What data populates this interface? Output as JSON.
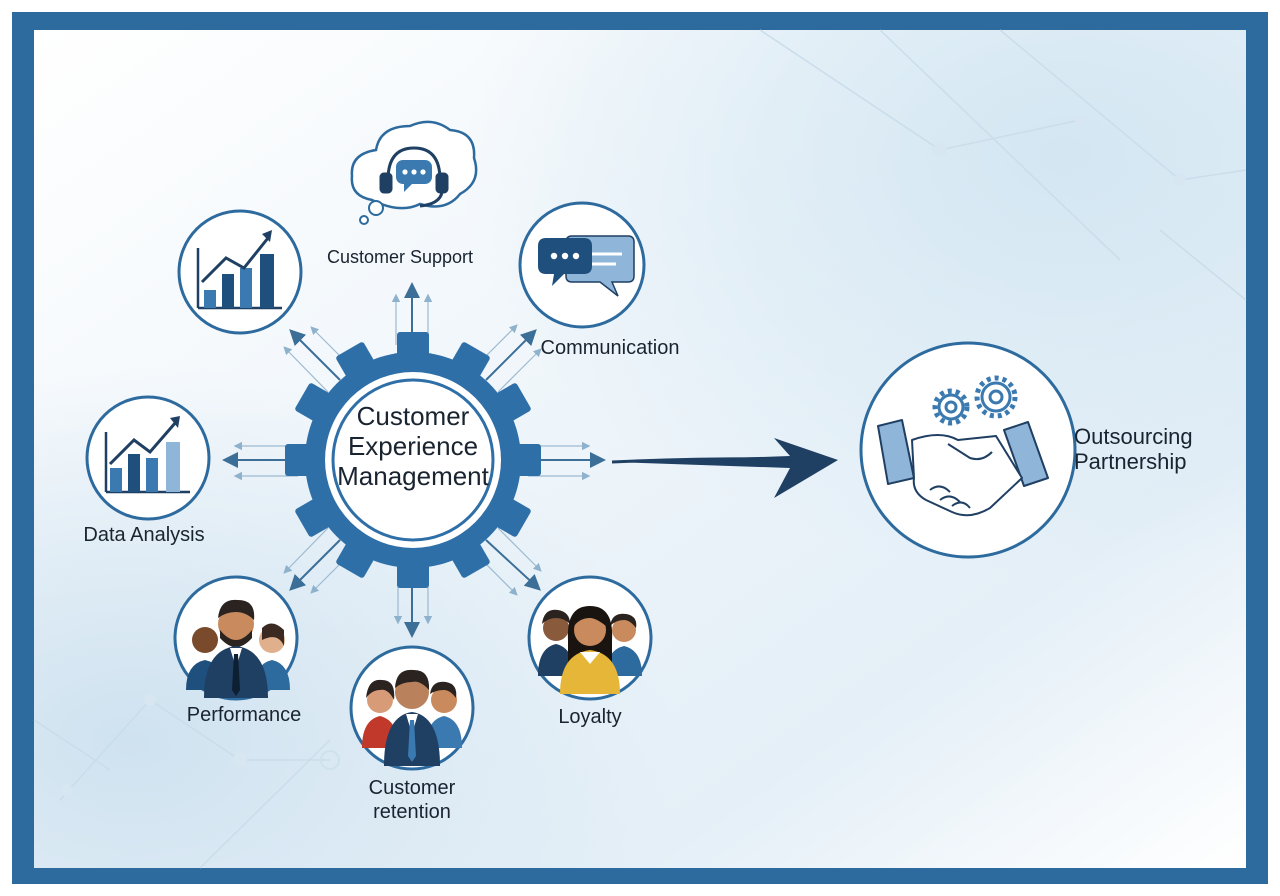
{
  "center": {
    "line1": "Customer",
    "line2": "Experience",
    "line3": "Management"
  },
  "nodes": {
    "customer_support": "Customer Support",
    "communication": "Communication",
    "data_analysis": "Data Analysis",
    "performance": "Performance",
    "customer_retention_1": "Customer",
    "customer_retention_2": "retention",
    "loyalty": "Loyalty"
  },
  "target": {
    "line1": "Outsourcing",
    "line2": "Partnership"
  },
  "icons": {
    "customer_support": "headset-chat-icon",
    "communication": "chat-bubbles-icon",
    "growth_chart": "growth-chart-icon",
    "data_analysis": "bar-chart-icon",
    "performance": "team-icon",
    "customer_retention": "group-icon",
    "loyalty": "customers-icon",
    "partnership": "handshake-gears-icon"
  },
  "colors": {
    "frame": "#2d6a9e",
    "accent": "#2f6fa8",
    "dark_blue": "#1f3f63",
    "ring": "#3c6f97",
    "background_tint": "#dcebf5"
  }
}
